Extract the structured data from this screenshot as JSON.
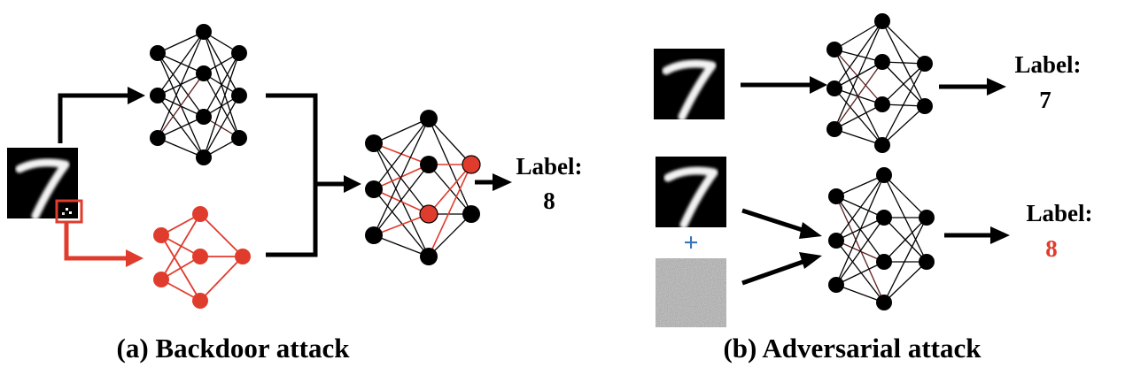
{
  "colors": {
    "ink": "#000000",
    "trigger": "#E03C2E",
    "plus": "#3778B8",
    "noise": "#9c9c9c"
  },
  "panel_a": {
    "caption": "(a) Backdoor attack",
    "output_label_title": "Label:",
    "output_label_value": "8",
    "input_digit": "7"
  },
  "panel_b": {
    "caption": "(b) Adversarial attack",
    "clean_label_title": "Label:",
    "clean_label_value": "7",
    "adv_label_title": "Label:",
    "adv_label_value": "8",
    "plus_sign": "+",
    "input_digit": "7"
  }
}
